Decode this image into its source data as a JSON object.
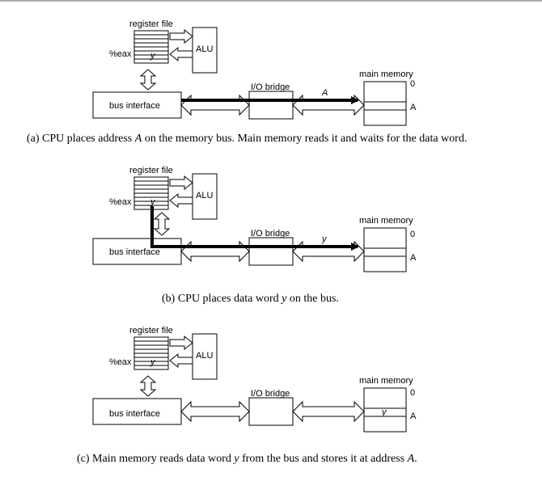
{
  "labels": {
    "register_file": "register file",
    "eax": "%eax",
    "alu": "ALU",
    "bus_interface": "bus interface",
    "io_bridge": "I/O bridge",
    "main_memory": "main memory",
    "addr_zero": "0",
    "addr_a": "A"
  },
  "panels": [
    {
      "id": "a",
      "register_value": "y",
      "bus_value": "A",
      "memory_value": "",
      "caption": {
        "prefix": "(a) CPU places address ",
        "var": "A",
        "suffix": " on the memory bus. Main memory reads it and waits for the data word."
      }
    },
    {
      "id": "b",
      "register_value": "y",
      "bus_value": "y",
      "memory_value": "",
      "caption": {
        "prefix": "(b) CPU places data word ",
        "var": "y",
        "suffix": " on the bus."
      }
    },
    {
      "id": "c",
      "register_value": "y",
      "bus_value": "",
      "memory_value": "y",
      "caption": {
        "prefix": "(c) Main memory reads data word ",
        "var": "y",
        "suffix": " from the bus and stores it at address ",
        "var2": "A",
        "suffix2": "."
      }
    }
  ]
}
